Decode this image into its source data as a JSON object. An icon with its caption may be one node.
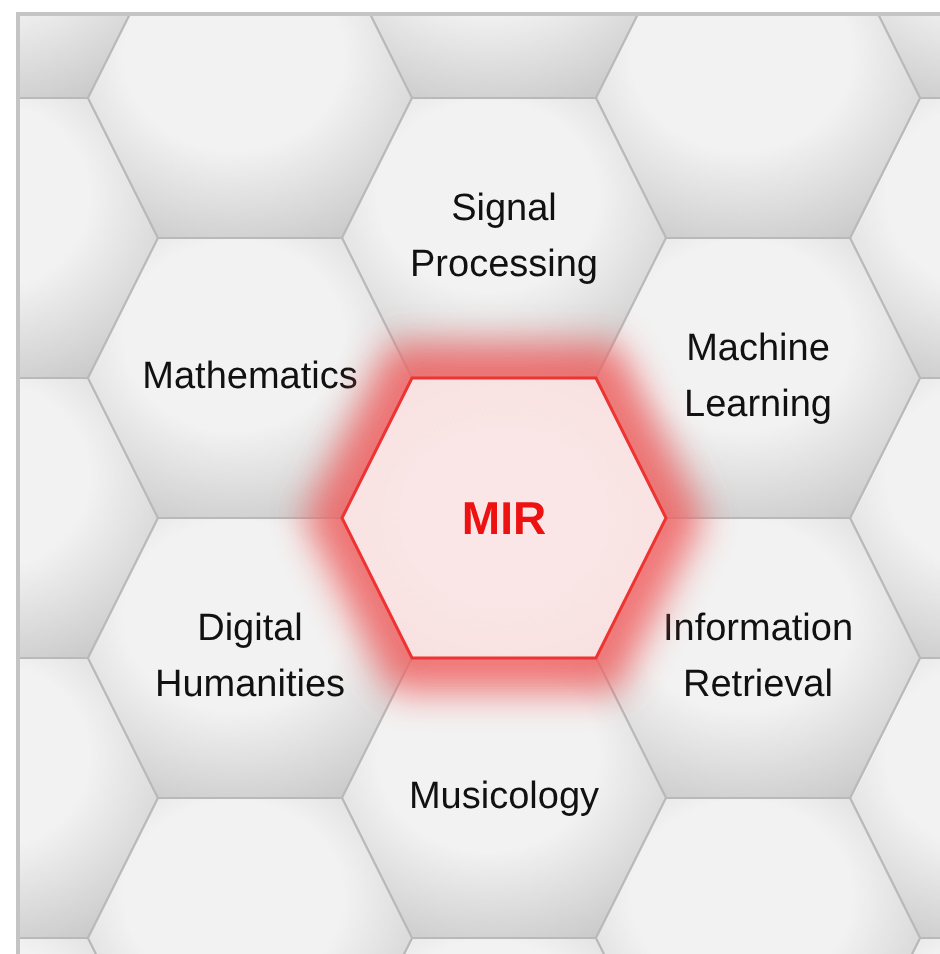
{
  "diagram": {
    "nodes": [
      {
        "text": [],
        "shape": "hexagon"
      },
      {
        "text": [],
        "shape": "hexagon"
      },
      {
        "text": [
          "Signal Processing"
        ]
      },
      {
        "text": [
          "Mathematics"
        ]
      },
      {
        "text": [
          "Machine Learning"
        ]
      },
      {
        "text": [
          "MIR"
        ]
      },
      {
        "text": [
          "Digital Humanities"
        ]
      },
      {
        "text": [
          "Information Retrieval"
        ]
      },
      {
        "text": [
          "Musicology"
        ]
      },
      {
        "text": [],
        "shape": "hexagon"
      },
      {
        "text": [],
        "shape": "hexagon"
      }
    ]
  }
}
